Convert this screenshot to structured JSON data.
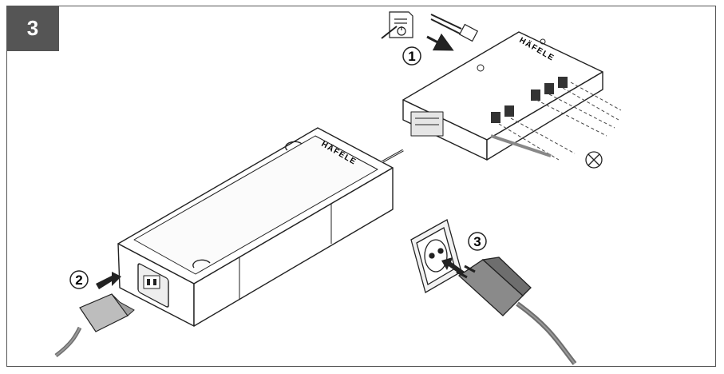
{
  "step": {
    "number": "3"
  },
  "callouts": {
    "one": "1",
    "two": "2",
    "three": "3"
  },
  "brand": {
    "driver_label": "HÄFELE",
    "distributor_label": "HÄFELE"
  },
  "icons": {
    "manual": "manual-icon",
    "lamp_symbol": "lamp-symbol-icon",
    "arrow": "arrow-icon"
  },
  "colors": {
    "frame": "#555555",
    "badge": "#555555",
    "line": "#222222",
    "plug_gray": "#8a8a8a",
    "cable_gray": "#6e6e6e",
    "socket_fill": "#f2f2f2"
  }
}
